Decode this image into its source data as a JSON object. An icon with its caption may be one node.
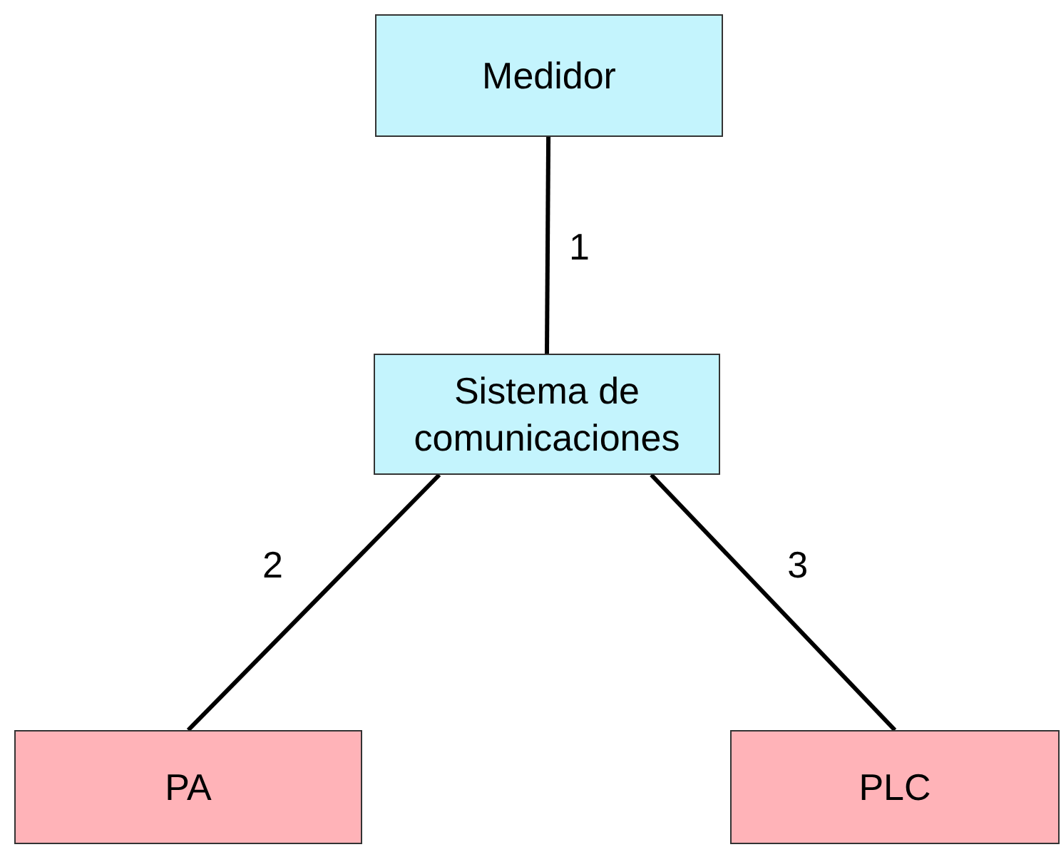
{
  "diagram": {
    "nodes": [
      {
        "text": [
          "Medidor"
        ]
      },
      {
        "text": [
          "Sistema de comunicaciones"
        ]
      },
      {
        "text": [
          "PA"
        ]
      },
      {
        "text": [
          "PLC"
        ]
      }
    ],
    "edges": [
      {
        "from": 0,
        "to": 1,
        "arrow": "none",
        "label": "1"
      },
      {
        "from": 1,
        "to": 2,
        "arrow": "none",
        "label": "2"
      },
      {
        "from": 1,
        "to": 3,
        "arrow": "none",
        "label": "3"
      }
    ]
  }
}
